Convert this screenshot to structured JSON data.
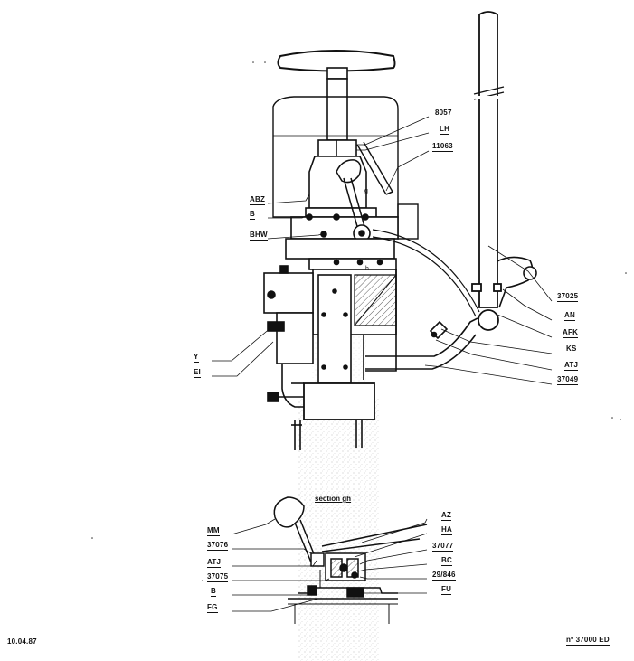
{
  "labels_right": {
    "l8057": "8057",
    "lLH": "LH",
    "l11063": "11063",
    "l37025": "37025",
    "lAN": "AN",
    "lAFK": "AFK",
    "lKS": "KS",
    "lATJ": "ATJ",
    "l37049": "37049"
  },
  "labels_left": {
    "lABZ": "ABZ",
    "lB": "B",
    "lBHW": "BHW",
    "lY": "Y",
    "lEI": "EI"
  },
  "markers": {
    "g": "g",
    "h": "h"
  },
  "section": {
    "title": "section  gh",
    "left": {
      "MM": "MM",
      "n37076": "37076",
      "ATJ": "ATJ",
      "n37075": "37075",
      "B": "B",
      "FG": "FG"
    },
    "right": {
      "AZ": "AZ",
      "HA": "HA",
      "n37077": "37077",
      "BC": "BC",
      "n29846": "29/846",
      "FU": "FU"
    }
  },
  "footer": {
    "date": "10.04.87",
    "ref": "nº 37000 ED"
  }
}
